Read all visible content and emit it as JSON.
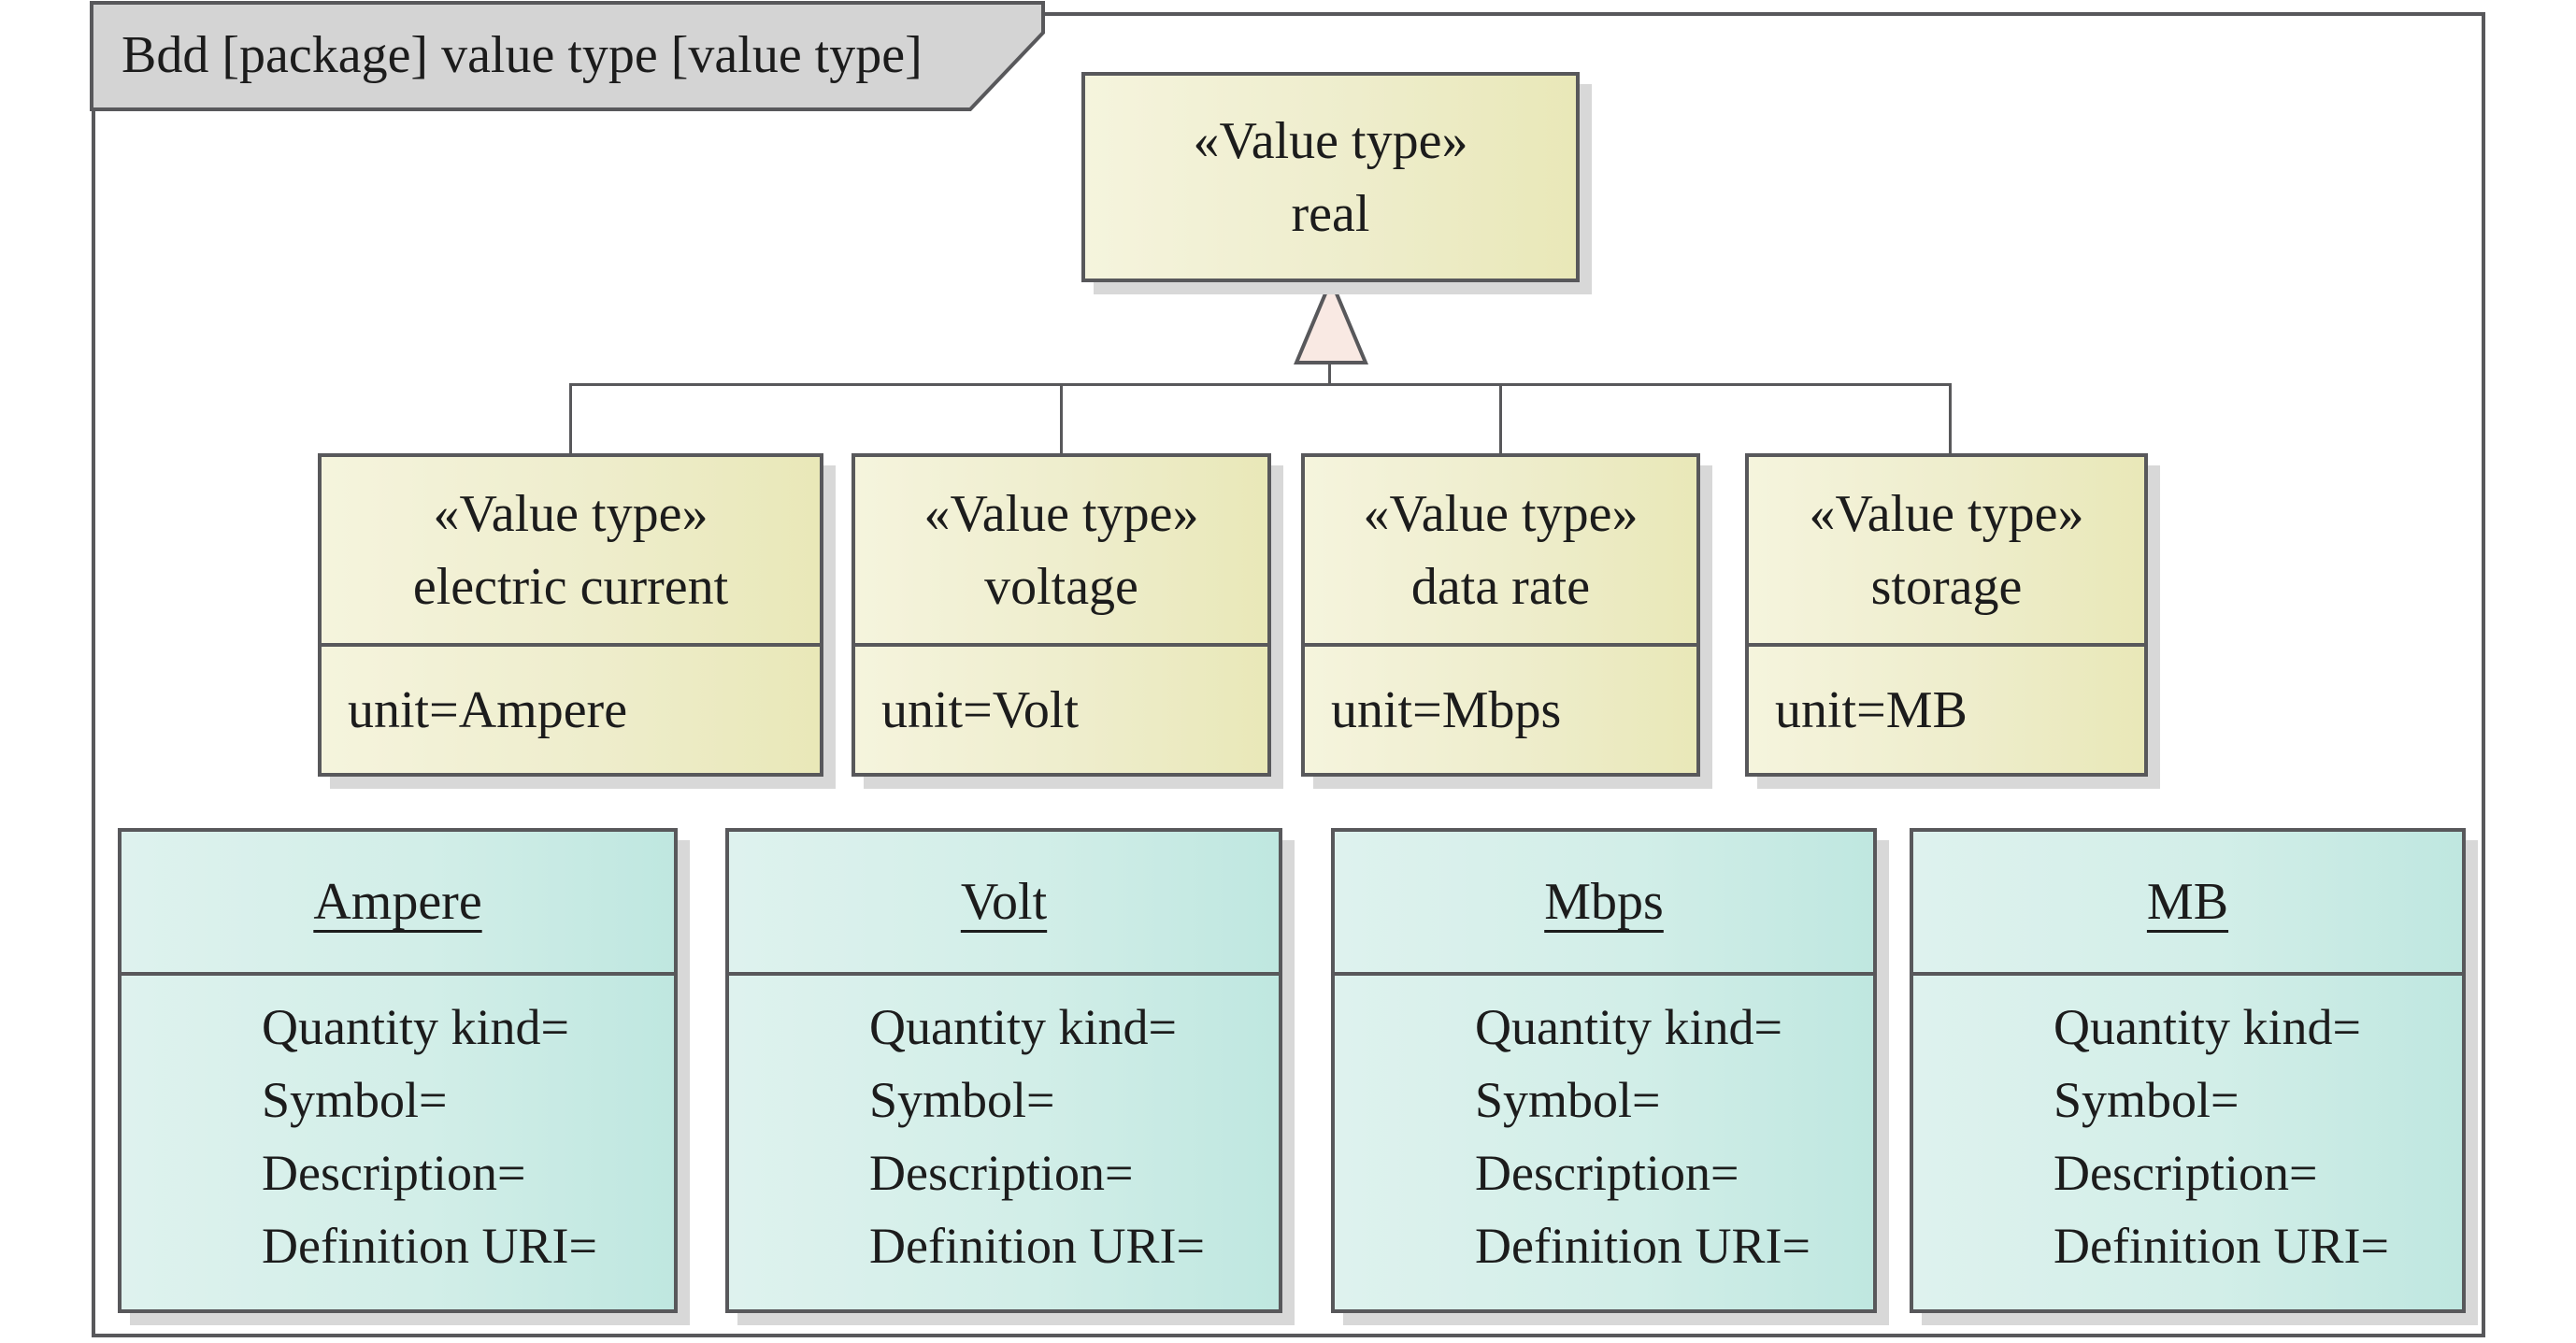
{
  "frame": {
    "title": "Bdd [package] value type [value type]"
  },
  "parent_type": {
    "stereotype": "«Value type»",
    "name": "real"
  },
  "relationship": "generalization",
  "value_types": [
    {
      "stereotype": "«Value type»",
      "name": "electric current",
      "attribute": "unit=Ampere"
    },
    {
      "stereotype": "«Value type»",
      "name": "voltage",
      "attribute": "unit=Volt"
    },
    {
      "stereotype": "«Value type»",
      "name": "data rate",
      "attribute": "unit=Mbps"
    },
    {
      "stereotype": "«Value type»",
      "name": "storage",
      "attribute": "unit=MB"
    }
  ],
  "unit_blocks": [
    {
      "name": "Ampere",
      "attributes": [
        "Quantity kind=",
        "Symbol=",
        "Description=",
        "Definition URI="
      ]
    },
    {
      "name": "Volt",
      "attributes": [
        "Quantity kind=",
        "Symbol=",
        "Description=",
        "Definition URI="
      ]
    },
    {
      "name": "Mbps",
      "attributes": [
        "Quantity kind=",
        "Symbol=",
        "Description=",
        "Definition URI="
      ]
    },
    {
      "name": "MB",
      "attributes": [
        "Quantity kind=",
        "Symbol=",
        "Description=",
        "Definition URI="
      ]
    }
  ],
  "colors": {
    "frame_border": "#58585b",
    "tab_fill": "#d4d4d4",
    "value_type_fill_left": "#f5f4dd",
    "value_type_fill_right": "#e9e8b8",
    "unit_fill_left": "#def2ee",
    "unit_fill_right": "#bfe7e0",
    "triangle_fill": "#f9e9e3",
    "shadow": "#d8d8d8",
    "text": "#1c1c1c"
  }
}
